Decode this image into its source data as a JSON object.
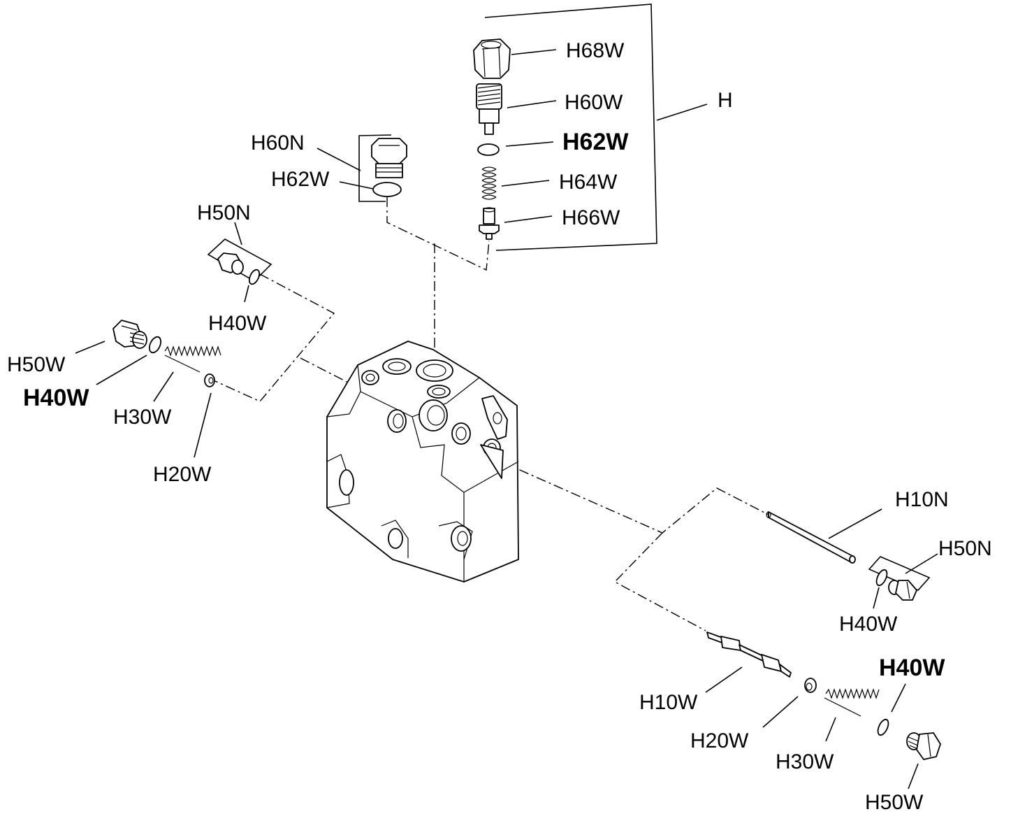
{
  "labels": {
    "H": "H",
    "H68W": "H68W",
    "H60W": "H60W",
    "H62W_top": "H62W",
    "H64W": "H64W",
    "H66W": "H66W",
    "H60N": "H60N",
    "H62W_left": "H62W",
    "H50N_left": "H50N",
    "H40W_left_small": "H40W",
    "H50W_left": "H50W",
    "H40W_left_bold": "H40W",
    "H30W_left": "H30W",
    "H20W_left": "H20W",
    "H10N": "H10N",
    "H50N_right": "H50N",
    "H40W_right_small": "H40W",
    "H40W_right_bold": "H40W",
    "H10W": "H10W",
    "H20W_right": "H20W",
    "H30W_right": "H30W",
    "H50W_right": "H50W"
  }
}
